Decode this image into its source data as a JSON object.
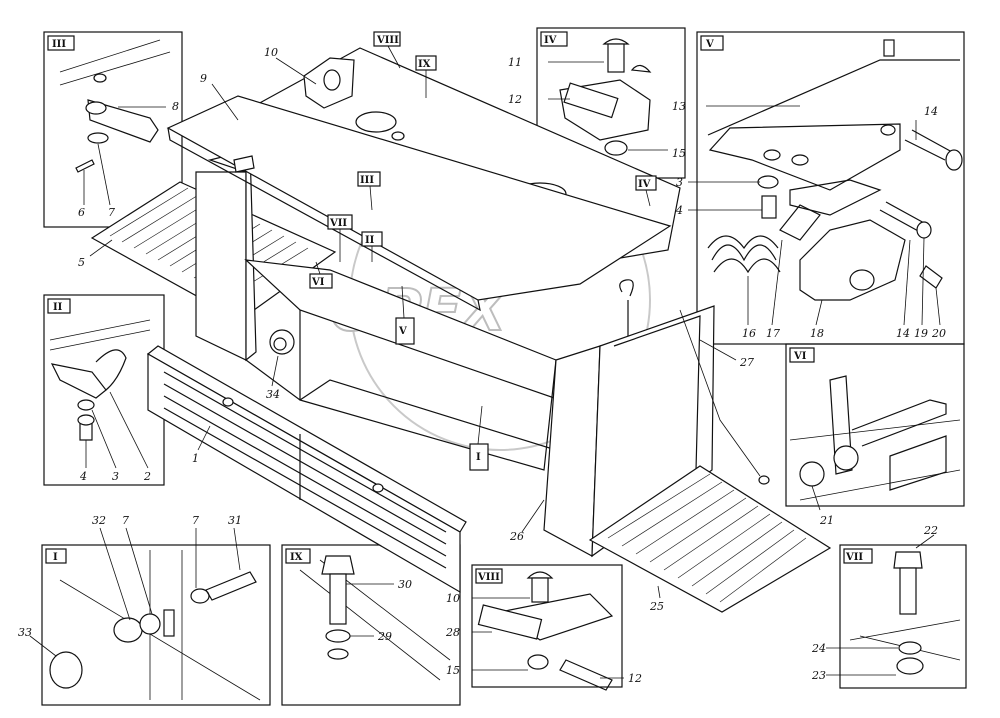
{
  "watermark": "OPEX",
  "insets": {
    "I": {
      "label": "I",
      "callouts": [
        "32",
        "7",
        "7",
        "31",
        "33"
      ]
    },
    "II": {
      "label": "II",
      "callouts": [
        "4",
        "3",
        "2"
      ]
    },
    "III": {
      "label": "III",
      "callouts": [
        "8",
        "6",
        "7"
      ]
    },
    "IV": {
      "label": "IV",
      "callouts": [
        "11",
        "12",
        "15"
      ]
    },
    "V": {
      "label": "V",
      "callouts": [
        "13",
        "14",
        "3",
        "4",
        "16",
        "17",
        "18",
        "14",
        "19",
        "20"
      ]
    },
    "VI": {
      "label": "VI",
      "callouts": [
        "21"
      ]
    },
    "VII": {
      "label": "VII",
      "callouts": [
        "22",
        "24",
        "23"
      ]
    },
    "VIII": {
      "label": "VIII",
      "callouts": [
        "10",
        "28",
        "15",
        "12"
      ]
    },
    "IX": {
      "label": "IX",
      "callouts": [
        "30",
        "29"
      ]
    }
  },
  "main_callouts": [
    "9",
    "10",
    "5",
    "1",
    "34",
    "26",
    "25",
    "27"
  ],
  "view_markers": [
    "VIII",
    "IX",
    "III",
    "IV",
    "VII",
    "II",
    "VI",
    "V",
    "I"
  ]
}
